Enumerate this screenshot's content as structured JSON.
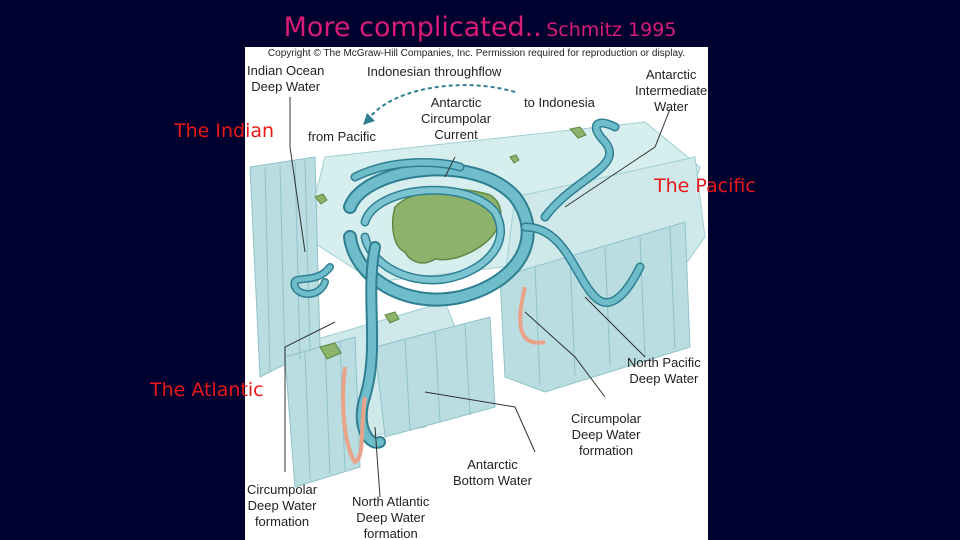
{
  "slide": {
    "title": "More complicated..",
    "subtitle": "Schmitz 1995",
    "side_labels": {
      "indian": "The Indian",
      "pacific": "The Pacific",
      "atlantic": "The Atlantic"
    }
  },
  "figure": {
    "copyright": "Copyright © The McGraw-Hill Companies, Inc. Permission required for reproduction or display.",
    "labels": {
      "indian_ocean_deep_water": [
        "Indian Ocean",
        "Deep Water"
      ],
      "indonesian_throughflow": "Indonesian throughflow",
      "to_indonesia": "to Indonesia",
      "antarctic_intermediate_water": [
        "Antarctic",
        "Intermediate",
        "Water"
      ],
      "antarctic_circumpolar_current": [
        "Antarctic",
        "Circumpolar",
        "Current"
      ],
      "from_pacific": "from Pacific",
      "north_pacific_deep_water": [
        "North Pacific",
        "Deep Water"
      ],
      "circumpolar_deep_water_formation_right": [
        "Circumpolar",
        "Deep Water",
        "formation"
      ],
      "antarctic_bottom_water": [
        "Antarctic",
        "Bottom Water"
      ],
      "circumpolar_deep_water_formation_left": [
        "Circumpolar",
        "Deep Water",
        "formation"
      ],
      "north_atlantic_deep_water_formation": [
        "North Atlantic",
        "Deep Water",
        "formation"
      ]
    },
    "colors": {
      "water": "#c7e6e8",
      "wall": "#b6dcdf",
      "flow": "#5fb0bf",
      "flow_edge": "#2f7f92",
      "land": "#8db36a",
      "warm": "#e9a389"
    }
  }
}
